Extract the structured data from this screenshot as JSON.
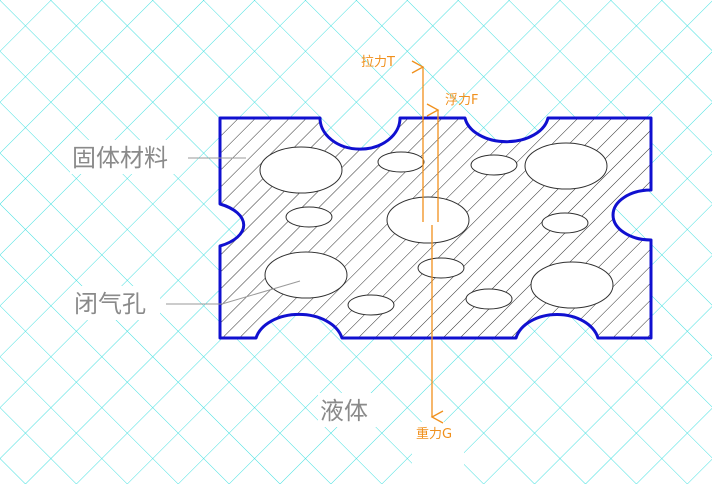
{
  "labels": {
    "solid_material": "固体材料",
    "closed_pore": "闭气孔",
    "liquid": "液体"
  },
  "forces": {
    "tension": "拉力T",
    "buoyancy": "浮力F",
    "gravity": "重力G"
  },
  "colors": {
    "liquid_grid": "#45e0e0",
    "sample_outline": "#1010d0",
    "sample_hatch": "#303030",
    "force_arrow": "#f0901c",
    "label_text": "#8a8a8a",
    "leader_line": "#9a9a9a"
  }
}
